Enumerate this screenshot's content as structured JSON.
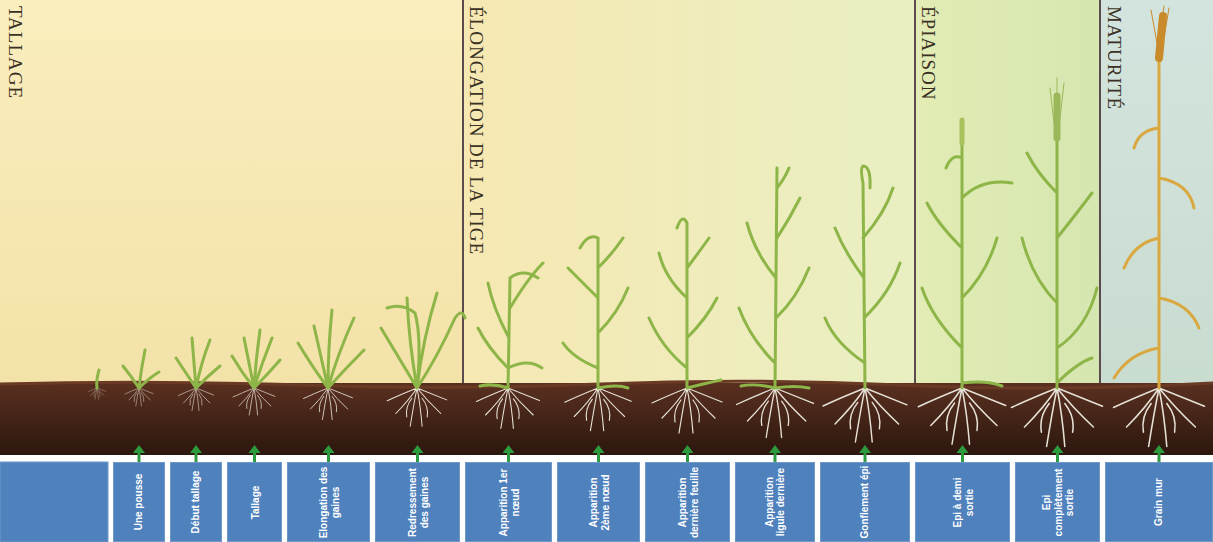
{
  "diagram": {
    "nodes": [
      {
        "text": [
          "Une pousse"
        ]
      },
      {
        "text": [
          "Début tallage"
        ]
      },
      {
        "text": [
          "Tallage"
        ]
      },
      {
        "text": [
          "Elongation des gaines"
        ]
      },
      {
        "text": [
          "Redressement des gaines"
        ]
      },
      {
        "text": [
          "Apparition 1er nœud"
        ]
      },
      {
        "text": [
          "Apparition 2ème nœud"
        ]
      },
      {
        "text": [
          "Apparition dernière feuille"
        ]
      },
      {
        "text": [
          "Apparition ligule dernière"
        ]
      },
      {
        "text": [
          "Gonflement épi"
        ]
      },
      {
        "text": [
          "Epi à demi sortie"
        ]
      },
      {
        "text": [
          "Epi complètement sortie"
        ]
      },
      {
        "text": [
          "Grain mur"
        ]
      }
    ],
    "labels": [
      "TALLAGE",
      "ÉLONGATION DE LA TIGE",
      "ÉPIAISON",
      "MATURITÉ"
    ]
  }
}
